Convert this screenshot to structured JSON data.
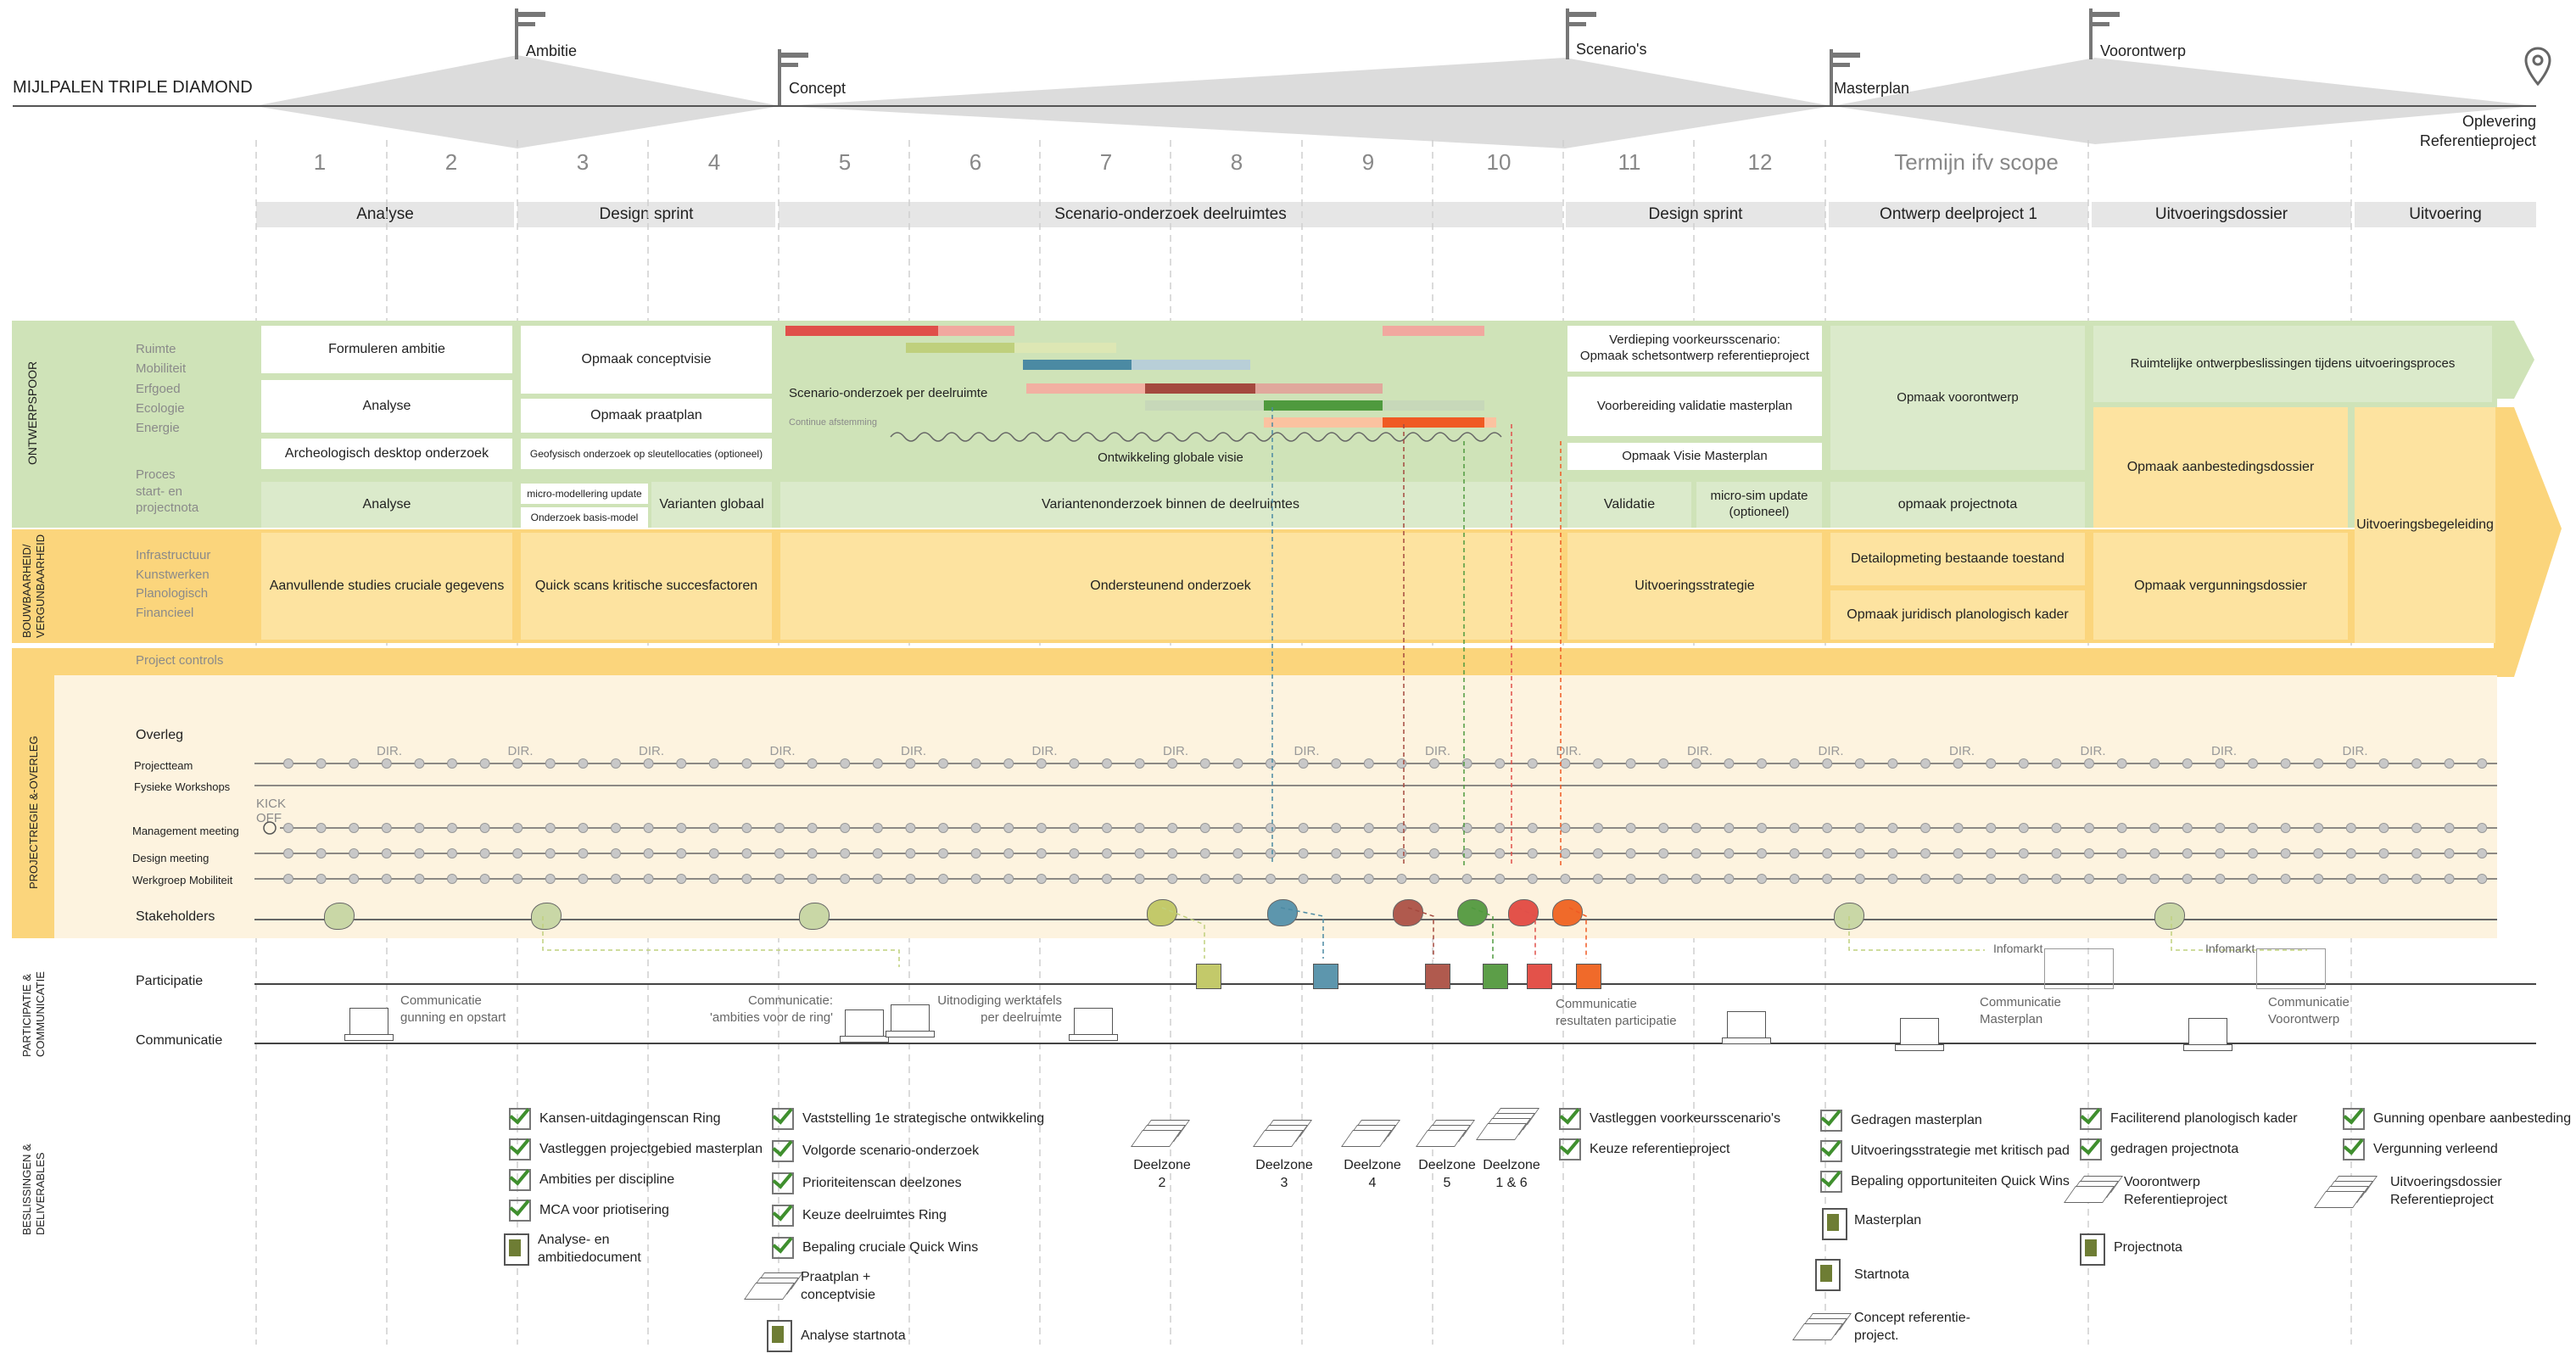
{
  "title": "MIJLPALEN TRIPLE DIAMOND",
  "milestones": [
    "Ambitie",
    "Concept",
    "Scenario's",
    "Masterplan",
    "Voorontwerp"
  ],
  "oplevering": "Oplevering\nReferentieproject",
  "numbers": [
    "1",
    "2",
    "3",
    "4",
    "5",
    "6",
    "7",
    "8",
    "9",
    "10",
    "11",
    "12",
    "Termijn ifv scope"
  ],
  "phases": [
    "Analyse",
    "Design sprint",
    "Scenario-onderzoek deelruimtes",
    "Design sprint",
    "Ontwerp deelproject 1",
    "Uitvoeringsdossier",
    "Uitvoering"
  ],
  "section_labels": {
    "ontwerpspoor": "ONTWERPSPOOR",
    "bouwbaarheid": "BOUWBAARHEID/\nVERGUNBAARHEID",
    "projectregie": "PROJECTREGIE &-OVERLEG",
    "participatie": "PARTICIPATIE &\nCOMMUNICATIE",
    "beslissingen": "BESLISSINGEN &\nDELIVERABLES"
  },
  "row_labels": {
    "disciplines": "Ruimte\nMobiliteit\nErfgoed\nEcologie\nEnergie",
    "proces": "Proces\nstart- en\nprojectnota",
    "bouw": "Infrastructuur\nKunstwerken\nPlanologisch\nFinancieel",
    "project_controls": "Project controls",
    "overleg": "Overleg",
    "projectteam": "Projectteam",
    "workshops": "Fysieke Workshops",
    "management": "Management meeting",
    "design_meeting": "Design meeting",
    "werkgroep": "Werkgroep Mobiliteit",
    "stakeholders": "Stakeholders",
    "participatie": "Participatie",
    "communicatie": "Communicatie",
    "kickoff": "KICK\nOFF",
    "dir": "DIR."
  },
  "ontwerp": {
    "formuleren": "Formuleren ambitie",
    "analyse": "Analyse",
    "archeo": "Archeologisch desktop onderzoek",
    "conceptvisie": "Opmaak conceptvisie",
    "praatplan": "Opmaak praatplan",
    "geofysisch": "Geofysisch onderzoek op sleutellocaties (optioneel)",
    "scenario": "Scenario-onderzoek per deelruimte",
    "afstemming": "Continue afstemming",
    "globale_visie": "Ontwikkeling globale visie",
    "verdieping": "Verdieping voorkeursscenario:\nOpmaak schetsontwerp referentieproject",
    "validatie_mp": "Voorbereiding validatie masterplan",
    "visie_mp": "Opmaak Visie Masterplan",
    "voorontwerp": "Opmaak voorontwerp",
    "ruimtelijke": "Ruimtelijke ontwerpbeslissingen tijdens uitvoeringsproces"
  },
  "proces": {
    "analyse": "Analyse",
    "micro": "micro-modellering update",
    "basis": "Onderzoek basis-model",
    "varianten": "Varianten globaal",
    "variantenonderzoek": "Variantenonderzoek binnen de deelruimtes",
    "validatie": "Validatie",
    "microsim": "micro-sim update\n(optioneel)",
    "projectnota": "opmaak projectnota",
    "aanbesteding": "Opmaak aanbestedingsdossier",
    "begeleiding": "Uitvoeringsbegeleiding"
  },
  "bouw": {
    "aanvullende": "Aanvullende studies cruciale gegevens",
    "quickscans": "Quick scans kritische succesfactoren",
    "ondersteunend": "Ondersteunend onderzoek",
    "strategie": "Uitvoeringsstrategie",
    "detail": "Detailopmeting bestaande toestand",
    "juridisch": "Opmaak juridisch planologisch kader",
    "vergunning": "Opmaak vergunningsdossier"
  },
  "communicatie": {
    "c1": "Communicatie\ngunning en opstart",
    "c2": "Communicatie:\n'ambities voor de ring'",
    "c3": "Uitnodiging werktafels\nper deelruimte",
    "c4": "Communicatie\nresultaten participatie",
    "c5": "Communicatie\nMasterplan",
    "c6": "Communicatie\nVoorontwerp",
    "infomarkt": "Infomarkt"
  },
  "beslissingen": {
    "col1": [
      "Kansen-uitdagingenscan Ring",
      "Vastleggen projectgebied masterplan",
      "Ambities per discipline",
      "MCA voor priotisering"
    ],
    "col1_doc": "Analyse- en\nambitiedocument",
    "col2": [
      "Vaststelling 1e strategische ontwikkeling",
      "Volgorde scenario-onderzoek",
      "Prioriteitenscan deelzones",
      "Keuze deelruimtes Ring",
      "Bepaling cruciale Quick Wins"
    ],
    "col2_docs": [
      "Praatplan +\nconceptvisie",
      "Analyse startnota"
    ],
    "deelzones": [
      "Deelzone\n2",
      "Deelzone\n3",
      "Deelzone\n4",
      "Deelzone\n5",
      "Deelzone\n1 & 6"
    ],
    "col3": [
      "Vastleggen voorkeursscenario's",
      "Keuze referentieproject"
    ],
    "col4": [
      "Gedragen masterplan",
      "Uitvoeringsstrategie met kritisch pad",
      "Bepaling opportuniteiten Quick Wins"
    ],
    "col4_docs": [
      "Masterplan",
      "Startnota",
      "Concept referentie-\nproject."
    ],
    "col5": [
      "Faciliterend planologisch kader",
      "gedragen projectnota"
    ],
    "col5_docs": [
      "Voorontwerp\nReferentieproject",
      "Projectnota"
    ],
    "col6": [
      "Gunning openbare aanbesteding",
      "Vergunning verleend"
    ],
    "col6_doc": "Uitvoeringsdossier\nReferentieproject"
  },
  "colors": {
    "green": "#cfe3b8",
    "orange": "#fbd57c",
    "cream": "#fdf3df",
    "gray": "#e6e6e6",
    "red": "#e0504a",
    "darkred": "#a4493e",
    "blue": "#4b8aa3",
    "olive": "#bfd07d",
    "darkgreen": "#4f9a3e",
    "orange_red": "#f05a23"
  }
}
